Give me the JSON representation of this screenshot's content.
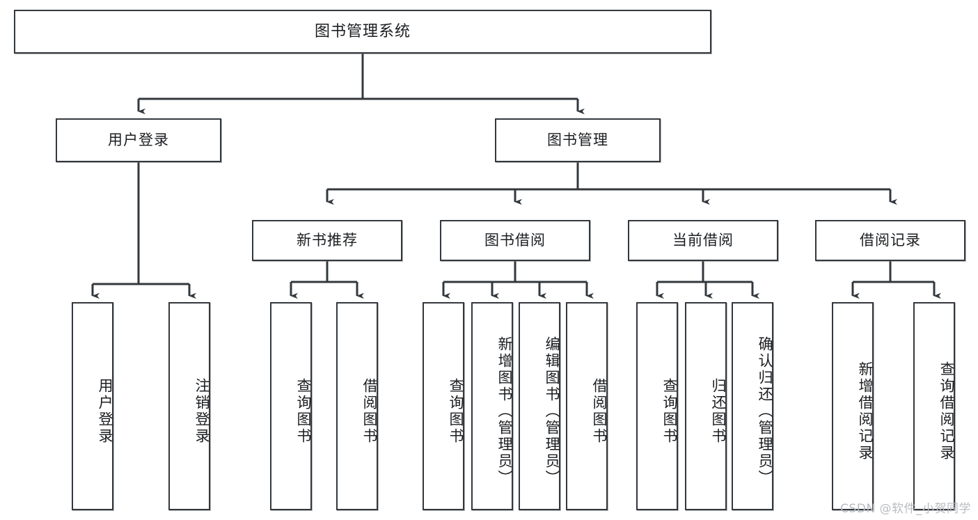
{
  "diagram": {
    "title": "图书管理系统",
    "type": "tree",
    "orientation": "top-down",
    "style": {
      "box_border_color": "#33383d",
      "box_fill_color": "#ffffff",
      "connector_color": "#33383d",
      "text_color": "#1b1d20",
      "background": "#ffffff",
      "watermark_color": "#b9bcc0"
    },
    "nodes": {
      "root": {
        "label": "图书管理系统",
        "level": 1
      },
      "level2": [
        {
          "id": "user-login",
          "label": "用户登录"
        },
        {
          "id": "book-manage",
          "label": "图书管理"
        }
      ],
      "level3": [
        {
          "id": "new-book-recommend",
          "label": "新书推荐",
          "parent": "book-manage"
        },
        {
          "id": "book-borrow",
          "label": "图书借阅",
          "parent": "book-manage"
        },
        {
          "id": "current-borrow",
          "label": "当前借阅",
          "parent": "book-manage"
        },
        {
          "id": "borrow-record",
          "label": "借阅记录",
          "parent": "book-manage"
        }
      ],
      "leaves": [
        {
          "id": "leaf-user-login",
          "label": "用户登录",
          "parent": "user-login"
        },
        {
          "id": "leaf-logout-login",
          "label": "注销登录",
          "parent": "user-login"
        },
        {
          "id": "leaf-query-book-1",
          "label": "查询图书",
          "parent": "new-book-recommend"
        },
        {
          "id": "leaf-borrow-book-1",
          "label": "借阅图书",
          "parent": "new-book-recommend"
        },
        {
          "id": "leaf-query-book-2",
          "label": "查询图书",
          "parent": "book-borrow"
        },
        {
          "id": "leaf-add-book",
          "label": "新增图书（管理员）",
          "parent": "book-borrow"
        },
        {
          "id": "leaf-edit-book",
          "label": "编辑图书（管理员）",
          "parent": "book-borrow"
        },
        {
          "id": "leaf-borrow-book-2",
          "label": "借阅图书",
          "parent": "book-borrow"
        },
        {
          "id": "leaf-query-book-3",
          "label": "查询图书",
          "parent": "current-borrow"
        },
        {
          "id": "leaf-return-book",
          "label": "归还图书",
          "parent": "current-borrow"
        },
        {
          "id": "leaf-confirm-return",
          "label": "确认归还（管理员）",
          "parent": "current-borrow"
        },
        {
          "id": "leaf-add-record",
          "label": "新增借阅记录",
          "parent": "borrow-record"
        },
        {
          "id": "leaf-query-record",
          "label": "查询借阅记录",
          "parent": "borrow-record"
        }
      ]
    },
    "watermark": "CSDN @软件_小贺同学"
  }
}
